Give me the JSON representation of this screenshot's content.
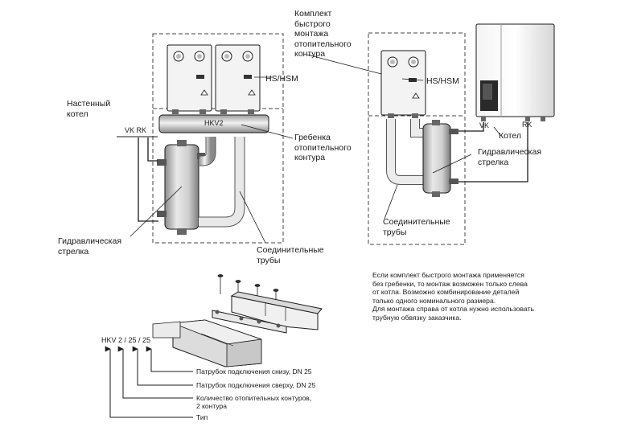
{
  "labels": {
    "kit_title": [
      "Комплект",
      "быстрого",
      "монтажа",
      "отопительного",
      "контура"
    ],
    "hs_hsm_left": "HS/HSM",
    "hs_hsm_right": "HS/HSM",
    "wall_boiler": [
      "Настенный",
      "котел"
    ],
    "vk_rk_left": "VK RK",
    "hkv2": "HKV2",
    "manifold": [
      "Гребенка",
      "отопительного",
      "контура"
    ],
    "hydro_left": [
      "Гидравлическая",
      "стрелка"
    ],
    "pipes_left": [
      "Соединительные",
      "трубы"
    ],
    "vk_right": "VK",
    "rk_right": "RK",
    "boiler_right": "Котел",
    "hydro_right": [
      "Гидравлическая",
      "стрелка"
    ],
    "pipes_right": [
      "Соединительные",
      "трубы"
    ]
  },
  "code": {
    "designation": "HKV 2 / 25 / 25",
    "legend": [
      "Патрубок подключения снизу, DN 25",
      "Патрубок подключения сверху, DN 25",
      "Количество отопительных контуров,",
      "2 контура",
      "Тип"
    ]
  },
  "note": [
    "Если комплект быстрого монтажа применяется",
    "без гребенки, то монтаж возможен только слева",
    "от котла. Возможно комбинирование деталей",
    "только одного номинального размера.",
    "Для монтажа справа от котла нужно использовать",
    "трубную обвязку заказчика."
  ],
  "colors": {
    "line": "#1a1a1a",
    "fill": "#e6e6e6",
    "dark": "#3a3a3a",
    "dash": "#444444"
  }
}
